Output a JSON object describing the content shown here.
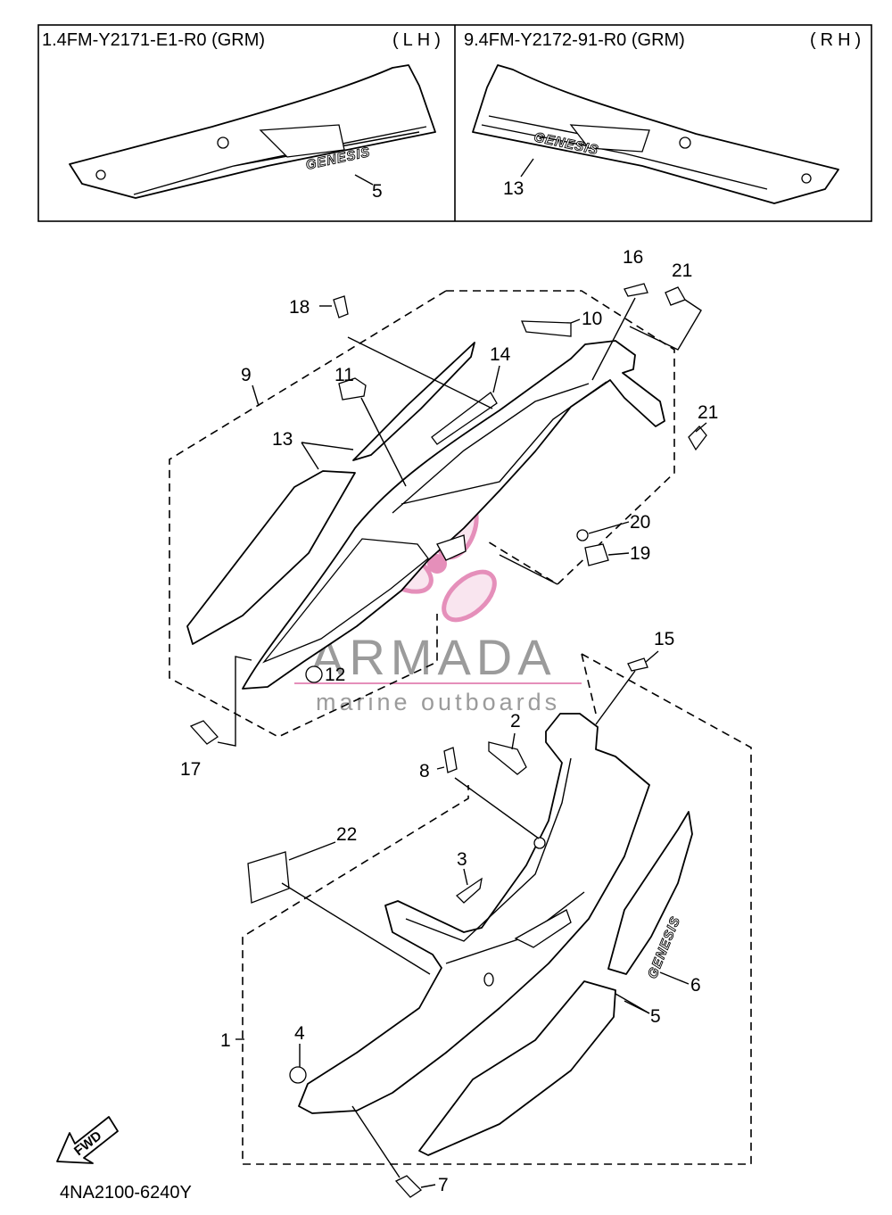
{
  "header": {
    "left_code": "1.4FM-Y2171-E1-R0 (GRM)",
    "left_side": "(LH)",
    "right_code": "9.4FM-Y2172-91-R0 (GRM)",
    "right_side": "(RH)"
  },
  "decal_logo": "GENESIS",
  "callouts": [
    "5",
    "13",
    "16",
    "21",
    "18",
    "10",
    "14",
    "9",
    "11",
    "21",
    "13",
    "20",
    "19",
    "15",
    "12",
    "17",
    "2",
    "8",
    "22",
    "3",
    "6",
    "5",
    "1",
    "4",
    "7"
  ],
  "watermark": {
    "brand": "ARMADA",
    "tagline": "marine outboards"
  },
  "fwd_label": "FWD",
  "diagram_code": "4NA2100-6240Y",
  "colors": {
    "line": "#000000",
    "watermark_pink": "#e58fba",
    "watermark_grey": "#8a8a8a"
  }
}
